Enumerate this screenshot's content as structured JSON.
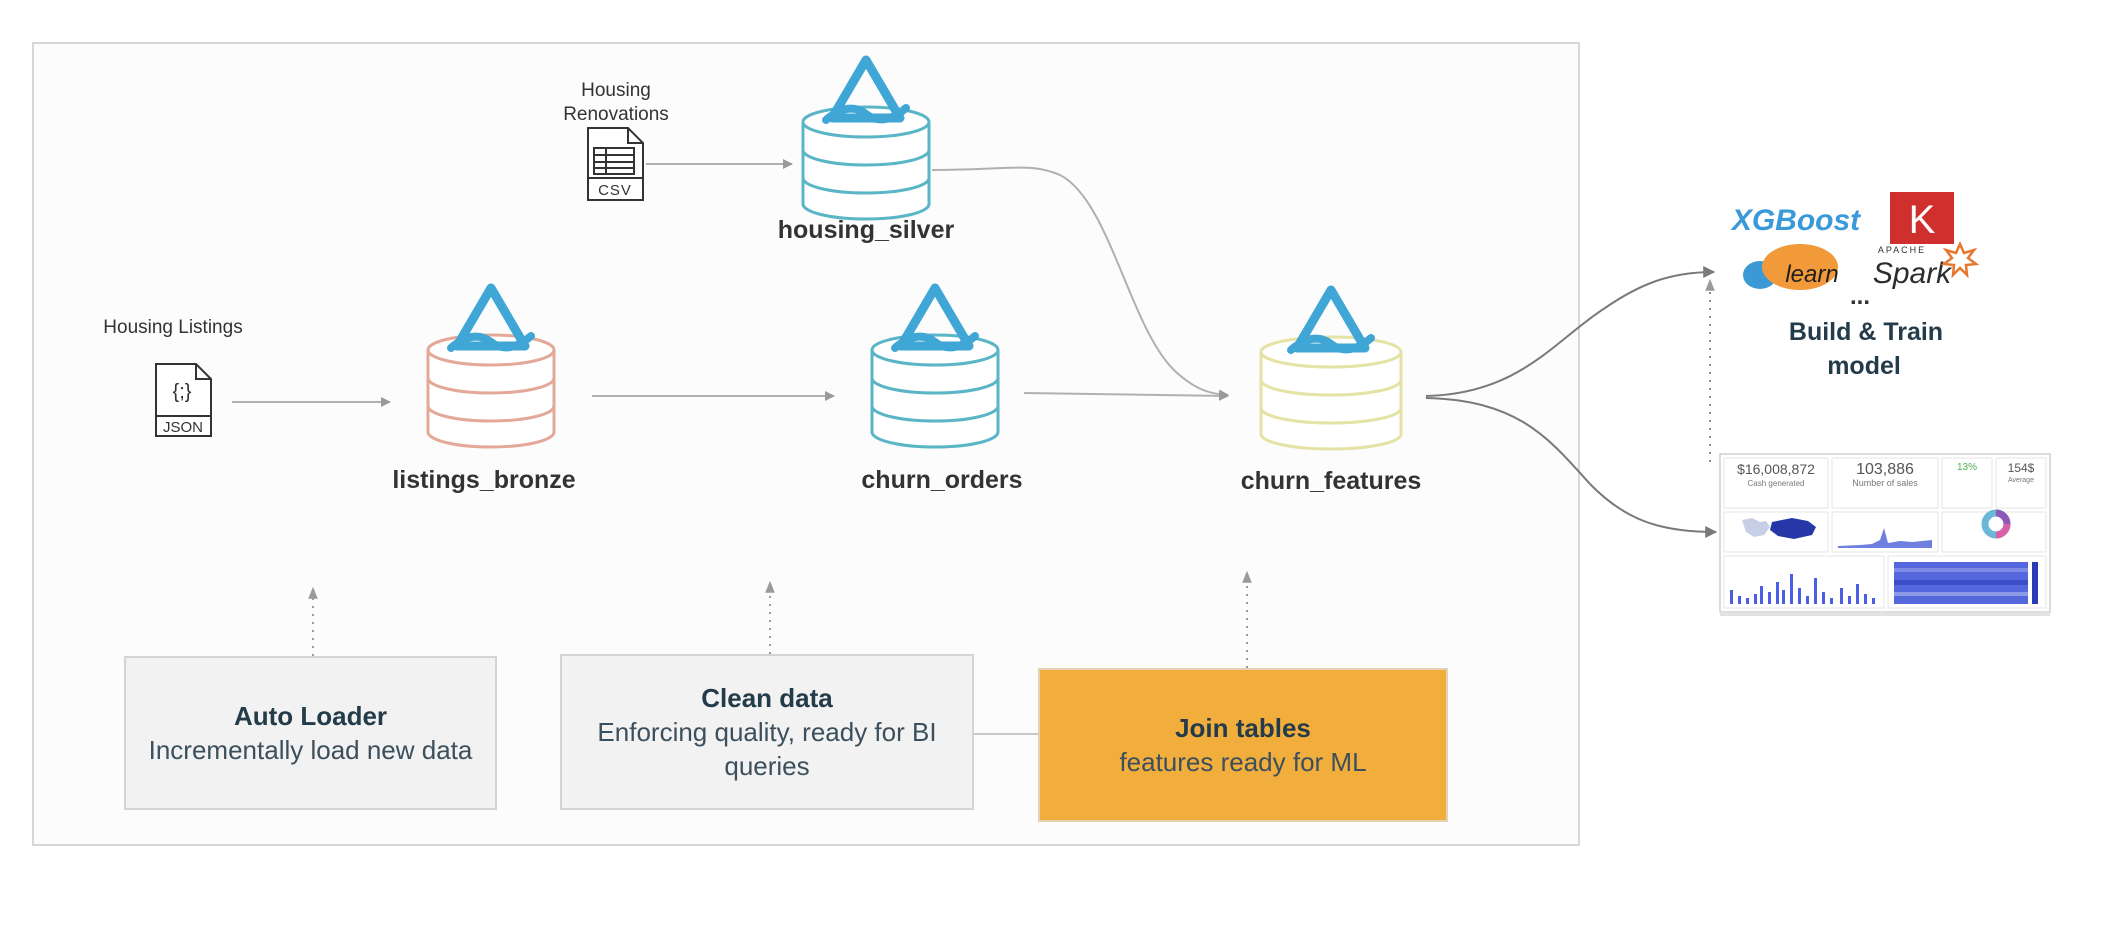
{
  "sources": {
    "renovations_label_line1": "Housing",
    "renovations_label_line2": "Renovations",
    "renovations_file_type": "CSV",
    "listings_label": "Housing Listings",
    "listings_file_type": "JSON",
    "json_symbol": "{;}"
  },
  "tables": {
    "bronze": "listings_bronze",
    "silver": "housing_silver",
    "orders": "churn_orders",
    "features": "churn_features"
  },
  "colors": {
    "bronze": "#e3a898",
    "silver": "#5ab5c6",
    "orders": "#5ab5c6",
    "features": "#e5e2a6",
    "delta_logo": "#3fa6d6",
    "join_box": "#f2ae3d"
  },
  "steps": {
    "auto_loader": {
      "title": "Auto Loader",
      "desc": "Incrementally load new data"
    },
    "clean": {
      "title": "Clean data",
      "desc_line1": "Enforcing quality, ready for BI",
      "desc_line2": "queries"
    },
    "join": {
      "title": "Join tables",
      "desc": "features ready for ML"
    }
  },
  "ml": {
    "xgboost": "XGBoost",
    "keras": "K",
    "sklearn": "learn",
    "spark_small": "APACHE",
    "spark": "Spark",
    "ellipsis": "...",
    "title_line1": "Build & Train",
    "title_line2": "model"
  },
  "dashboard": {
    "kpi1_value": "$16,008,872",
    "kpi1_label": "Cash generated",
    "kpi2_value": "103,886",
    "kpi2_label": "Number of sales",
    "kpi3_value": "13%",
    "kpi4_value": "154$",
    "kpi4_label": "Average"
  }
}
